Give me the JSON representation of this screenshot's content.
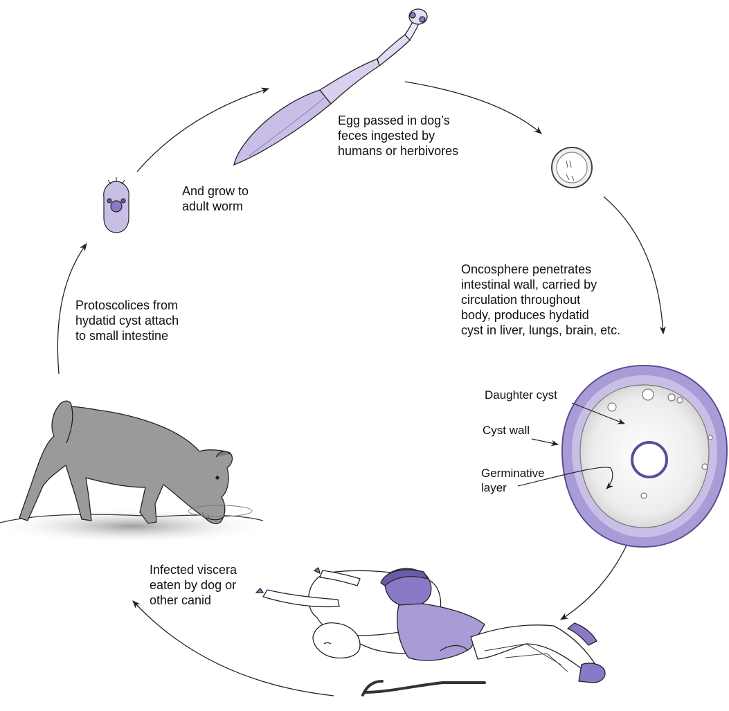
{
  "labels": {
    "egg_passed": "Egg passed in dog’s\nfeces ingested by\nhumans or herbivores",
    "grow_adult": "And grow to\nadult worm",
    "oncosphere": "Oncosphere penetrates\nintestinal wall, carried by\ncirculation throughout\nbody, produces hydatid\ncyst in liver, lungs, brain, etc.",
    "protoscolices": "Protoscolices from\nhydatid cyst attach\nto small intestine",
    "daughter_cyst": "Daughter cyst",
    "cyst_wall": "Cyst wall",
    "germinative_layer": "Germinative\nlayer",
    "infected_viscera": "Infected viscera\neaten by dog or\nother canid"
  },
  "colors": {
    "lavender": "#c9bfe6",
    "lavender_light": "#e4def4",
    "purple": "#8a79c7",
    "purple_dark": "#6a5aa8",
    "dog_gray": "#9a9a9a",
    "ink": "#222222"
  }
}
